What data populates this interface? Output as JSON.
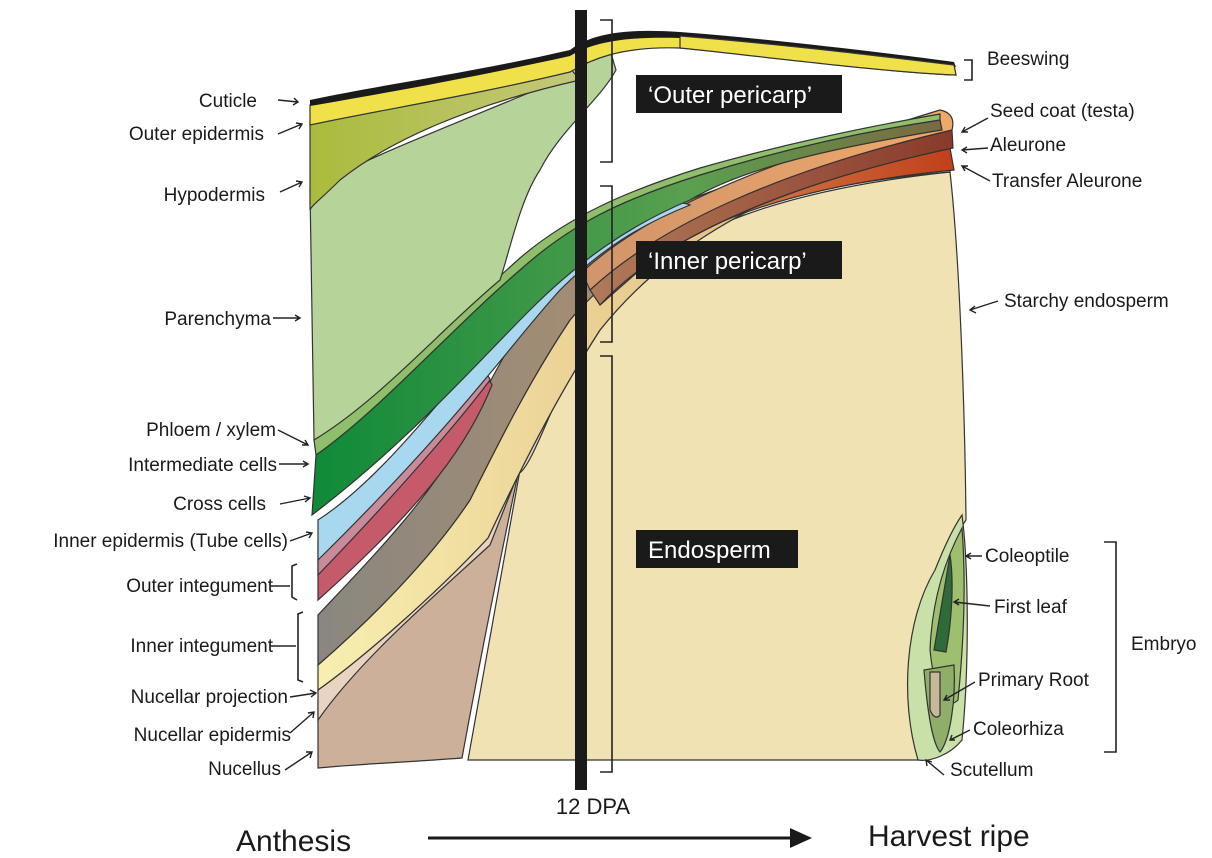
{
  "left_labels": {
    "cuticle": "Cuticle",
    "outer_epidermis": "Outer epidermis",
    "hypodermis": "Hypodermis",
    "parenchyma": "Parenchyma",
    "phloem_xylem": "Phloem / xylem",
    "intermediate_cells": "Intermediate cells",
    "cross_cells": "Cross cells",
    "inner_epidermis": "Inner epidermis (Tube cells)",
    "outer_integument": "Outer integument",
    "inner_integument": "Inner integument",
    "nucellar_projection": "Nucellar projection",
    "nucellar_epidermis": "Nucellar epidermis",
    "nucellus": "Nucellus"
  },
  "right_labels": {
    "beeswing": "Beeswing",
    "seed_coat": "Seed coat (testa)",
    "aleurone": "Aleurone",
    "transfer_aleurone": "Transfer Aleurone",
    "starchy_endosperm": "Starchy endosperm",
    "coleoptile": "Coleoptile",
    "first_leaf": "First leaf",
    "primary_root": "Primary Root",
    "coleorhiza": "Coleorhiza",
    "scutellum": "Scutellum",
    "embryo": "Embryo"
  },
  "boxes": {
    "outer_pericarp": "‘Outer pericarp’",
    "inner_pericarp": "‘Inner pericarp’",
    "endosperm": "Endosperm"
  },
  "timeline": {
    "dpa": "12 DPA",
    "start": "Anthesis",
    "end": "Harvest ripe"
  },
  "colors": {
    "cuticle": "#1a1a1a",
    "outer_epidermis": "#f0e04a",
    "hypodermis": "#b5bd44",
    "parenchyma": "#b6d49a",
    "phloem_xylem": "#8fbf6a",
    "intermediate_cells": "#1e8c3a",
    "cross_cells": "#a8d8f0",
    "tube_cells": "#c98a9a",
    "outer_integument": "#c45a6a",
    "inner_integument": "#8a8a80",
    "nucellar_projection": "#f7ecb0",
    "nucellar_epidermis": "#e8d4c0",
    "nucellus": "#cdb09a",
    "endosperm": "#f1e2b4",
    "seed_coat": "#e2a46a",
    "aleurone": "#9a5a40",
    "transfer_aleurone": "#c8542a",
    "embryo": "#c9e0a8"
  }
}
